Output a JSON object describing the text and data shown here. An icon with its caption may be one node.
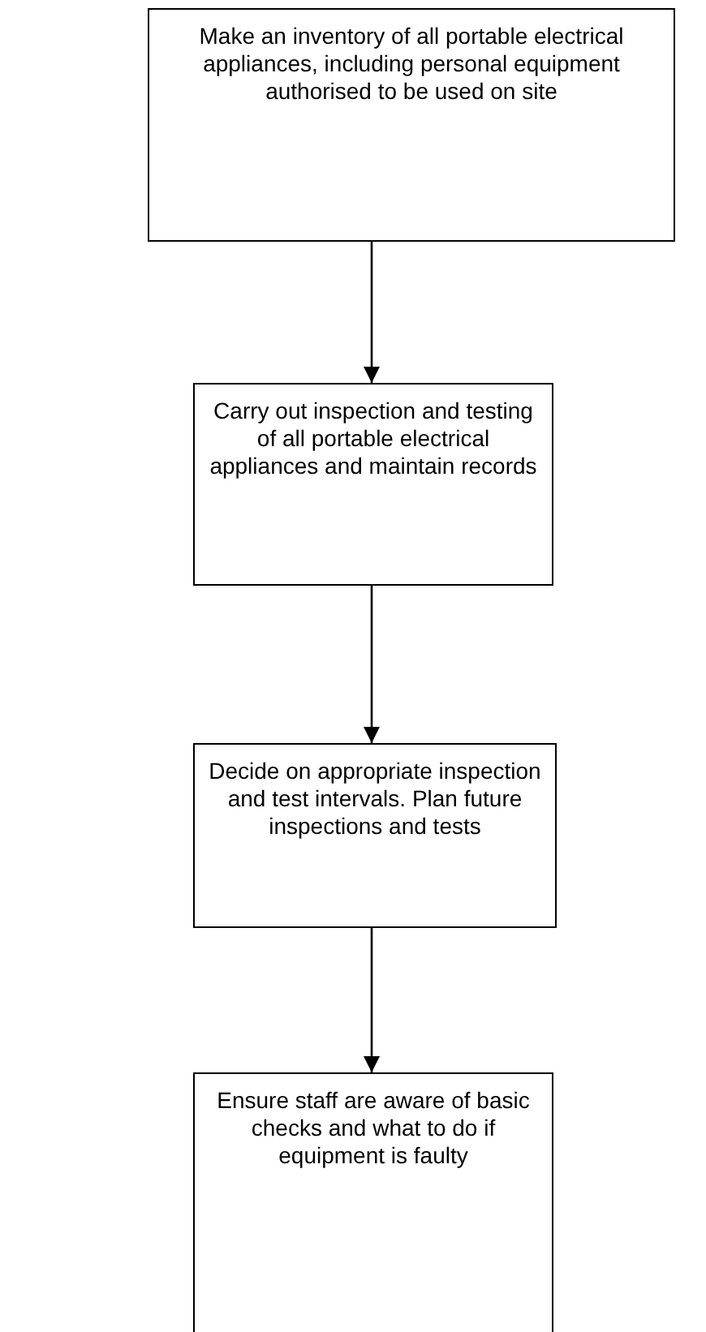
{
  "diagram": {
    "nodes": [
      {
        "text": [
          "Make an inventory of all portable electrical appliances, including personal equipment authorised to be used on site"
        ]
      },
      {
        "text": [
          "Carry out inspection and testing of all portable electrical appliances and maintain records"
        ]
      },
      {
        "text": [
          "Decide on appropriate inspection and test intervals. Plan future inspections and tests"
        ]
      },
      {
        "text": [
          "Ensure staff are aware of basic checks and what to do if equipment is faulty"
        ]
      }
    ],
    "edges": [
      {
        "from": 0,
        "to": 1,
        "arrow": "to"
      },
      {
        "from": 1,
        "to": 2,
        "arrow": "to"
      },
      {
        "from": 2,
        "to": 3,
        "arrow": "to"
      }
    ]
  }
}
